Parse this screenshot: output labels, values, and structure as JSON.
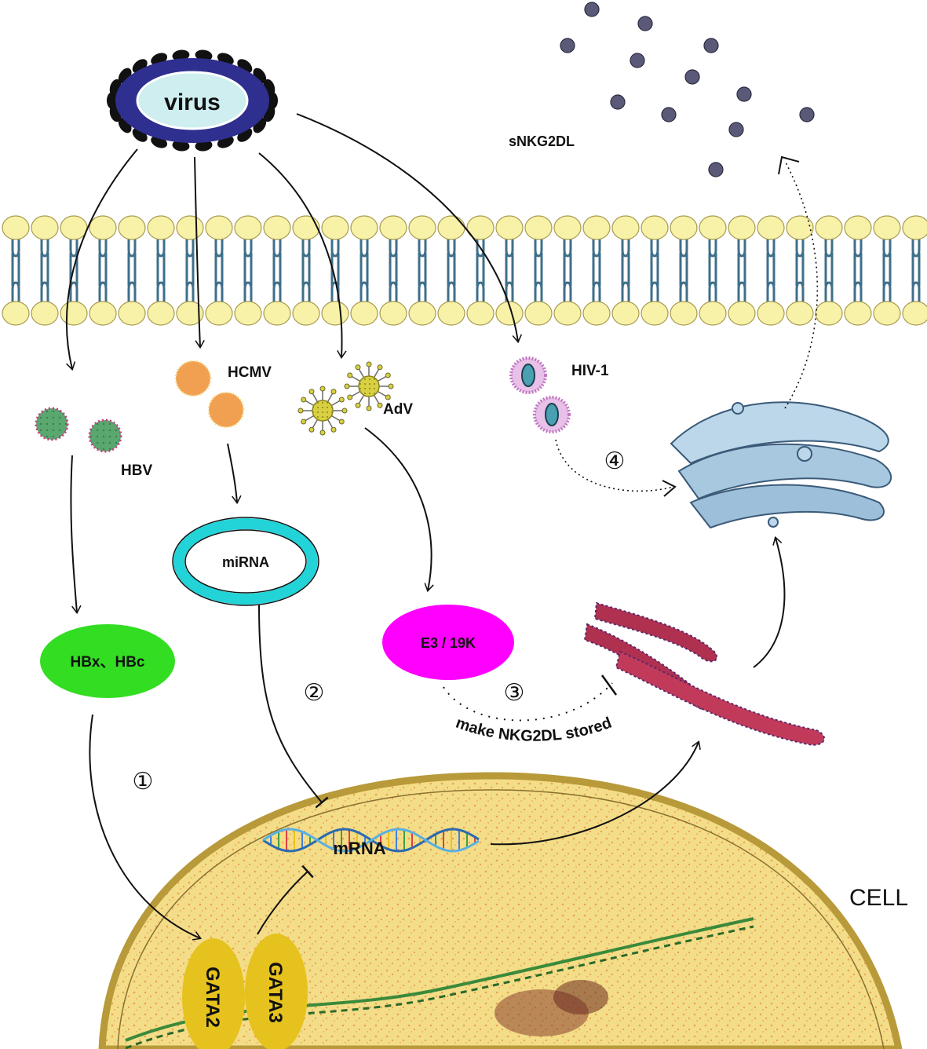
{
  "labels": {
    "virus": "virus",
    "snkg2dl": "sNKG2DL",
    "hcmv": "HCMV",
    "hbv": "HBV",
    "adv": "AdV",
    "hiv1": "HIV-1",
    "mirna": "miRNA",
    "e3_19k": "E3 / 19K",
    "hbx_hbc": "HBx、HBc",
    "make_stored": "make NKG2DL stored",
    "mrna": "mRNA",
    "gata2": "GATA2",
    "gata3": "GATA3",
    "cell": "CELL"
  },
  "steps": [
    "①",
    "②",
    "③",
    "④"
  ],
  "colors": {
    "virus_coat": "#2e2f8f",
    "virus_core": "#cfeef0",
    "membrane_head": "#f7f2a8",
    "membrane_tail": "#3f6f8a",
    "hbv": "#5aa870",
    "hcmv": "#f0a050",
    "adv": "#d8d040",
    "hiv": "#c078c0",
    "mirna_ring": "#22d3d8",
    "e3_oval": "#ff00ff",
    "hbx_oval": "#33dd22",
    "gata": "#e6c21e",
    "nucleus": "#f4dd88",
    "nucleus_border": "#b89a3a",
    "golgi": "#a8c8e0",
    "er": "#b03050",
    "snkg2dl_dot": "#5a5a78"
  }
}
